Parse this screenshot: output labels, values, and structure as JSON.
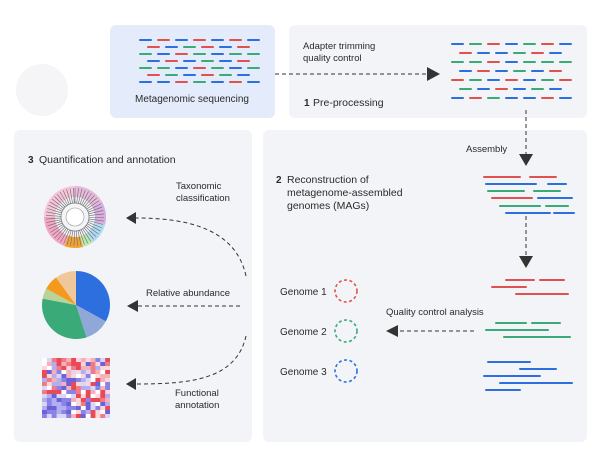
{
  "panels": {
    "sequencing": {
      "label": "Metagenomic sequencing"
    },
    "preprocessing": {
      "number": "1",
      "title": "Pre-processing",
      "step_label_line1": "Adapter trimming",
      "step_label_line2": "quality control"
    },
    "reconstruction": {
      "number": "2",
      "title_line1": "Reconstruction of",
      "title_line2": "metagenome-assembled",
      "title_line3": "genomes (MAGs)",
      "assembly_label": "Assembly",
      "qc_label": "Quality control analysis",
      "genomes": [
        {
          "label": "Genome 1",
          "color": "#e0524f"
        },
        {
          "label": "Genome 2",
          "color": "#3aaa78"
        },
        {
          "label": "Genome 3",
          "color": "#2e6fe0"
        }
      ]
    },
    "quantification": {
      "number": "3",
      "title": "Quantification and annotation",
      "taxonomic_line1": "Taxonomic",
      "taxonomic_line2": "classification",
      "abundance_label": "Relative abundance",
      "functional_line1": "Functional",
      "functional_line2": "annotation"
    }
  },
  "colors": {
    "read_red": "#e0524f",
    "read_blue": "#2e6fe0",
    "read_green": "#3aaa78",
    "panel_bg": "#f3f4f7",
    "sequencing_bg": "#e4ecfb"
  },
  "pie_slices": [
    {
      "value": 0.33,
      "color": "#2e6fe0"
    },
    {
      "value": 0.12,
      "color": "#8fa8d8"
    },
    {
      "value": 0.33,
      "color": "#3aaa78"
    },
    {
      "value": 0.05,
      "color": "#b9d39a"
    },
    {
      "value": 0.07,
      "color": "#f39a1e"
    },
    {
      "value": 0.1,
      "color": "#f0c79a"
    }
  ]
}
